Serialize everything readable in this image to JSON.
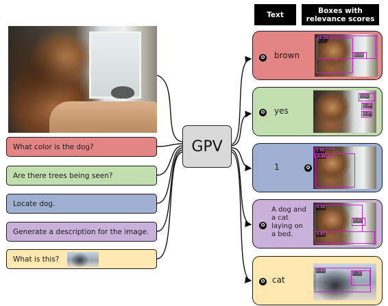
{
  "gpv_label": "GPV",
  "headers": {
    "text": "Text",
    "boxes": "Boxes with relevance scores"
  },
  "inputs": [
    {
      "label": "What color is the dog?",
      "color": "#e48585"
    },
    {
      "label": "Are there trees being seen?",
      "color": "#c4dfaf"
    },
    {
      "label": "Locate dog.",
      "color": "#9fb0d2"
    },
    {
      "label": "Generate a description for the image.",
      "color": "#c9b1d9"
    },
    {
      "label": "What is this?",
      "color": "#fee8b0"
    }
  ],
  "outputs": [
    {
      "text": "brown",
      "color": "#e48585",
      "scores": [
        "0.74",
        "0.55",
        "0.25"
      ]
    },
    {
      "text": "yes",
      "color": "#c4dfaf",
      "scores": [
        "0.62",
        "0.29",
        "0.38"
      ]
    },
    {
      "text": "1",
      "color": "#9fb0d2",
      "scores": [
        "0.66",
        "0.99"
      ]
    },
    {
      "text": "A dog and a cat laying on a bed.",
      "color": "#c9b1d9",
      "scores": [
        "0.99",
        "0.97",
        "0.87"
      ]
    },
    {
      "text": "cat",
      "color": "#fee8b0",
      "scores": [
        "0.60",
        "0.30"
      ]
    }
  ]
}
